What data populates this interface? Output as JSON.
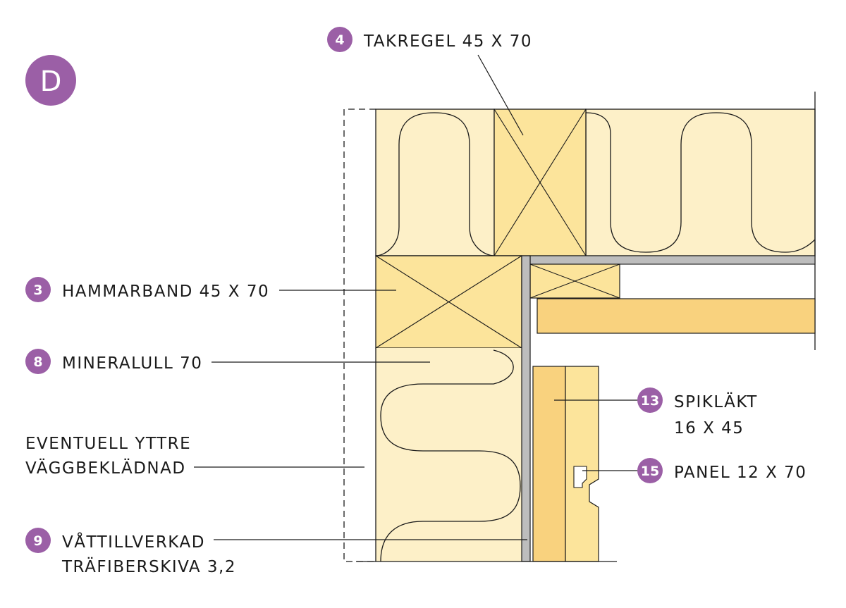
{
  "section_badge": "D",
  "labels": {
    "takregel": {
      "num": "4",
      "text": "TAKREGEL 45 X 70"
    },
    "hammarband": {
      "num": "3",
      "text": "HAMMARBAND 45 X 70"
    },
    "mineralull": {
      "num": "8",
      "text": "MINERALULL 70"
    },
    "yttre": {
      "line1": "EVENTUELL YTTRE",
      "line2": "VÄGGBEKLÄDNAD"
    },
    "skiva": {
      "num": "9",
      "line1": "VÅTTILLVERKAD",
      "line2": "TRÄFIBERSKIVA 3,2"
    },
    "spiklakt": {
      "num": "13",
      "line1": "SPIKLÄKT",
      "line2": "16 X 45"
    },
    "panel": {
      "num": "15",
      "text": "PANEL 12 X 70"
    }
  },
  "colors": {
    "badge": "#9b5fa6",
    "insulation": "#fdf0c8",
    "timber": "#fce49b",
    "batten": "#f9d27e",
    "board": "#bdbdbd",
    "line": "#1a1a1a"
  }
}
